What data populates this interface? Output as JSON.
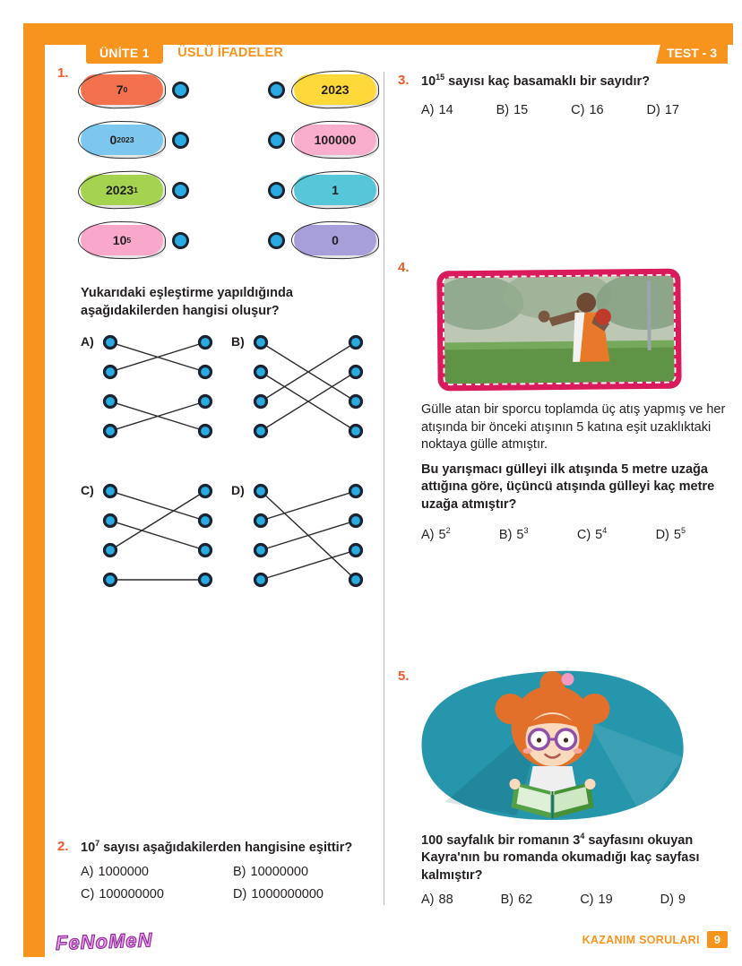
{
  "header": {
    "unit_badge": "ÜNİTE 1",
    "unit_title": "ÜSLÜ İFADELER",
    "test_badge": "TEST - 3"
  },
  "footer": {
    "logo": "FeNoMeN",
    "label": "KAZANIM SORULARI",
    "page_number": "9"
  },
  "colors": {
    "accent_orange": "#F7941D",
    "question_number": "#F1592A",
    "dot_blue": "#29ABE2",
    "photo_frame_pink": "#D91A5D",
    "blob_teal": "#2596AC"
  },
  "q1": {
    "number": "1.",
    "left_items": [
      {
        "base": "7",
        "exp": "0",
        "color": "#F4714F"
      },
      {
        "base": "0",
        "exp": "2023",
        "color": "#7CC7EE"
      },
      {
        "base": "2023",
        "exp": "1",
        "color": "#A4D44F"
      },
      {
        "base": "10",
        "exp": "5",
        "color": "#F9A8CB"
      }
    ],
    "right_items": [
      {
        "value": "2023",
        "color": "#FFD83A"
      },
      {
        "value": "100000",
        "color": "#F9AECD"
      },
      {
        "value": "1",
        "color": "#55C7D9"
      },
      {
        "value": "0",
        "color": "#A79FD9"
      }
    ],
    "question": "Yukarıdaki eşleştirme yapıldığında aşağıdakilerden hangisi oluşur?",
    "options": [
      {
        "label": "A)",
        "connections": [
          [
            0,
            1
          ],
          [
            1,
            0
          ],
          [
            2,
            3
          ],
          [
            3,
            2
          ]
        ]
      },
      {
        "label": "B)",
        "connections": [
          [
            0,
            2
          ],
          [
            1,
            3
          ],
          [
            2,
            0
          ],
          [
            3,
            1
          ]
        ]
      },
      {
        "label": "C)",
        "connections": [
          [
            0,
            1
          ],
          [
            1,
            2
          ],
          [
            2,
            0
          ],
          [
            3,
            3
          ]
        ]
      },
      {
        "label": "D)",
        "connections": [
          [
            0,
            3
          ],
          [
            1,
            0
          ],
          [
            2,
            1
          ],
          [
            3,
            2
          ]
        ]
      }
    ]
  },
  "q2": {
    "number": "2.",
    "stem": {
      "base": "10",
      "exp": "7",
      "rest": " sayısı aşağıdakilerden hangisine eşittir?"
    },
    "options": [
      {
        "label": "A)",
        "value": "1000000"
      },
      {
        "label": "B)",
        "value": "10000000"
      },
      {
        "label": "C)",
        "value": "100000000"
      },
      {
        "label": "D)",
        "value": "1000000000"
      }
    ]
  },
  "q3": {
    "number": "3.",
    "stem": {
      "base": "10",
      "exp": "15",
      "rest": " sayısı kaç basamaklı bir sayıdır?"
    },
    "options": [
      {
        "label": "A)",
        "value": "14"
      },
      {
        "label": "B)",
        "value": "15"
      },
      {
        "label": "C)",
        "value": "16"
      },
      {
        "label": "D)",
        "value": "17"
      }
    ]
  },
  "q4": {
    "number": "4.",
    "image": "shot-put-athlete-photo",
    "body": "Gülle atan bir sporcu toplamda üç atış yapmış ve her atışında bir önceki atışının 5 katına eşit uzaklıktaki noktaya gülle atmıştır.",
    "question": "Bu yarışmacı gülleyi ilk atışında 5 metre uzağa attığına göre, üçüncü atışında gülleyi kaç metre uzağa atmıştır?",
    "options": [
      {
        "label": "A)",
        "base": "5",
        "exp": "2"
      },
      {
        "label": "B)",
        "base": "5",
        "exp": "3"
      },
      {
        "label": "C)",
        "base": "5",
        "exp": "4"
      },
      {
        "label": "D)",
        "base": "5",
        "exp": "5"
      }
    ]
  },
  "q5": {
    "number": "5.",
    "image": "girl-reading-book-illustration",
    "stem": {
      "pre": "100 sayfalık bir romanın ",
      "base": "3",
      "exp": "4",
      "post": " sayfasını okuyan Kayra'nın bu romanda okumadığı kaç sayfası kalmıştır?"
    },
    "options": [
      {
        "label": "A)",
        "value": "88"
      },
      {
        "label": "B)",
        "value": "62"
      },
      {
        "label": "C)",
        "value": "19"
      },
      {
        "label": "D)",
        "value": "9"
      }
    ]
  }
}
